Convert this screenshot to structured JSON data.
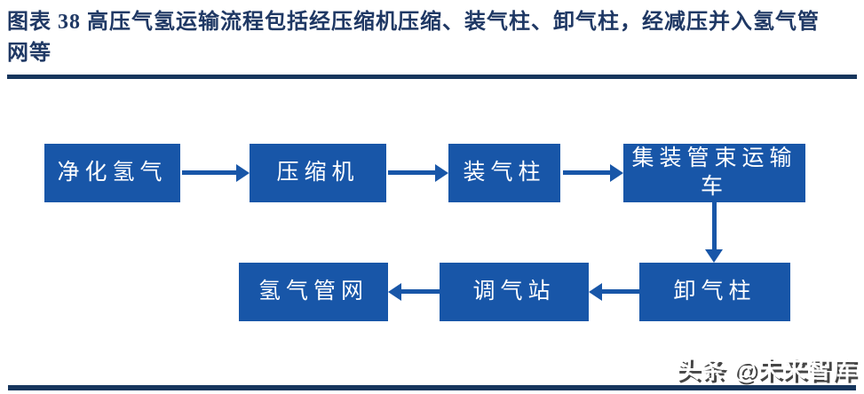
{
  "header": {
    "title_lines": [
      "图表 38  高压气氢运输流程包括经压缩机压缩、装气柱、卸气柱，经减压并入氢气管",
      "网等"
    ]
  },
  "flow": {
    "nodes": [
      {
        "id": "purified-hydrogen",
        "label": "净化氢气"
      },
      {
        "id": "compressor",
        "label": "压缩机"
      },
      {
        "id": "gas-loading-column",
        "label": "装气柱"
      },
      {
        "id": "tube-bundle-trailer",
        "label": "集装管束运输车"
      },
      {
        "id": "gas-unloading-column",
        "label": "卸气柱"
      },
      {
        "id": "gas-regulating-station",
        "label": "调气站"
      },
      {
        "id": "hydrogen-pipeline-network",
        "label": "氢气管网"
      }
    ],
    "edges": [
      {
        "from": "净化氢气",
        "to": "压缩机",
        "direction": "right"
      },
      {
        "from": "压缩机",
        "to": "装气柱",
        "direction": "right"
      },
      {
        "from": "装气柱",
        "to": "集装管束运输车",
        "direction": "right"
      },
      {
        "from": "集装管束运输车",
        "to": "卸气柱",
        "direction": "down"
      },
      {
        "from": "卸气柱",
        "to": "调气站",
        "direction": "left"
      },
      {
        "from": "调气站",
        "to": "氢气管网",
        "direction": "left"
      }
    ]
  },
  "footer": {
    "watermark": "头条 @未来智库"
  },
  "colors": {
    "box_fill": "#1856A8",
    "box_text": "#FFFFFF",
    "title_navy": "#1F3864",
    "rule_navy": "#17365D"
  }
}
